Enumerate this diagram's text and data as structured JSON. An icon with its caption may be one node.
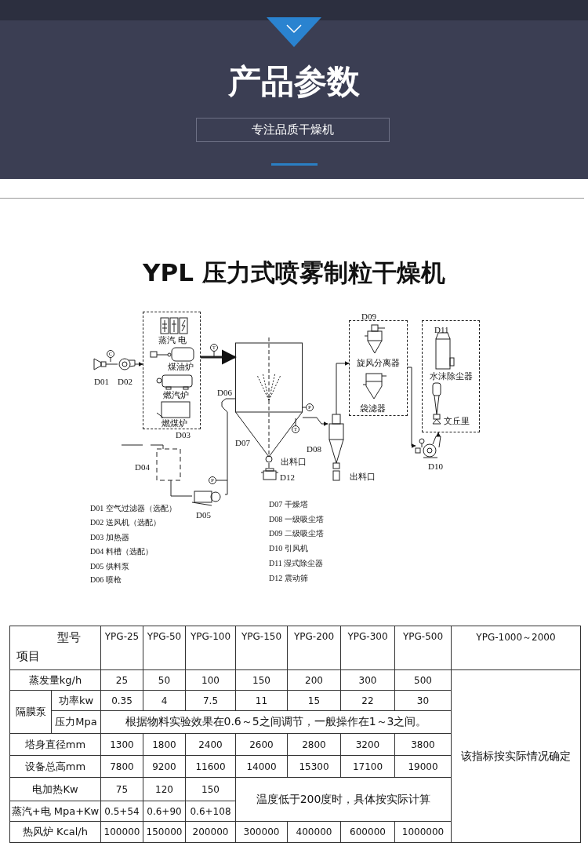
{
  "diagram": {
    "title": "YPL 压力式喷雾制粒干燥机",
    "nodes": [
      {
        "text": [
          "专注品质干燥机"
        ]
      },
      {
        "text": [
          "D01"
        ]
      },
      {
        "text": [
          "D02"
        ]
      },
      {
        "text": [
          "D03"
        ]
      },
      {
        "text": [
          "蒸汽 电"
        ],
        "in": 3
      },
      {
        "text": [
          "煤油炉"
        ],
        "in": 3
      },
      {
        "text": [
          "燃汽炉"
        ],
        "in": 3
      },
      {
        "text": [
          "燃煤炉"
        ],
        "in": 3
      },
      {
        "text": [
          "D07"
        ]
      },
      {
        "text": [
          "D04"
        ]
      },
      {
        "text": [
          "D05"
        ]
      },
      {
        "text": [
          "D12"
        ]
      },
      {
        "text": [],
        "shape": "picture",
        "beside": [
          "D08"
        ]
      },
      {
        "text": [
          "D09"
        ]
      },
      {
        "text": [
          "旋风分离器"
        ],
        "in": 13
      },
      {
        "text": [
          "袋滤器"
        ],
        "in": 13
      },
      {
        "text": [
          "D10"
        ]
      },
      {
        "text": [
          "D11"
        ]
      },
      {
        "text": [
          "水沫除尘器"
        ],
        "in": 17
      },
      {
        "text": [
          "文丘里"
        ],
        "in": 17
      }
    ],
    "edges": [
      {
        "from": 1,
        "to": 2,
        "arrow": "none"
      },
      {
        "from": 2,
        "to": 3,
        "arrow": "to"
      },
      {
        "from": 3,
        "to": 8,
        "arrow": "to",
        "style": "thick"
      },
      {
        "from": 9,
        "to": 10,
        "arrow": "none"
      },
      {
        "from": 10,
        "to": 8,
        "arrow": "none",
        "label": "D06"
      },
      {
        "from": 8,
        "to": 11,
        "arrow": "none"
      },
      {
        "from": 8,
        "to": 12,
        "arrow": "to"
      },
      {
        "from": 12,
        "to": 13,
        "arrow": "to"
      },
      {
        "from": 13,
        "to": 16,
        "arrow": "to"
      },
      {
        "from": 16,
        "to": 17,
        "arrow": "to"
      }
    ],
    "labels": [
      "产品参数",
      "C",
      "T",
      "P",
      "T",
      "P",
      "出料口",
      "出料口",
      "D01 空气过滤器（选配）",
      "D02 送风机（选配）",
      "D03 加热器",
      "D04 料槽（选配）",
      "D05 供料泵",
      "D06 喷枪",
      "D07 干燥塔",
      "D08 一级吸尘塔",
      "D09 二级吸尘塔",
      "D10 引风机",
      "D11 湿式除尘器",
      "D12 震动筛",
      "型号",
      "项目",
      "YPG-25",
      "YPG-50",
      "YPG-100",
      "YPG-150",
      "YPG-200",
      "YPG-300",
      "YPG-500",
      "YPG-1000～2000",
      "蒸发量kg/h",
      "25",
      "50",
      "100",
      "150",
      "200",
      "300",
      "500",
      "该指标按实际情况确定",
      "隔膜泵",
      "功率kw",
      "0.35",
      "4",
      "7.5",
      "11",
      "15",
      "22",
      "30",
      "压力Mpa",
      "根据物料实验效果在0.6～5之间调节，一般操作在1～3之间。",
      "塔身直径mm",
      "1300",
      "1800",
      "2400",
      "2600",
      "2800",
      "3200",
      "3800",
      "设备总高mm",
      "7800",
      "9200",
      "11600",
      "14000",
      "15300",
      "17100",
      "19000",
      "电加热Kw",
      "75",
      "120",
      "150",
      "温度低于200度时，具体按实际计算",
      "蒸汽+电 Mpa+Kw",
      "0.5+54",
      "0.6+90",
      "0.6+108",
      "热风炉 Kcal/h",
      "100000",
      "150000",
      "200000",
      "300000",
      "400000",
      "600000",
      "1000000"
    ]
  }
}
